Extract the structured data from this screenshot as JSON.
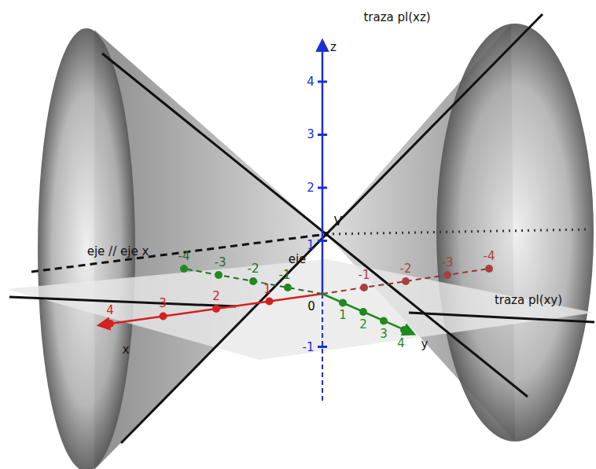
{
  "diagram": {
    "labels": [
      "traza pl(xz)",
      "z",
      "4",
      "3",
      "2",
      "1",
      "-1",
      "V",
      "eje // eje x",
      "eje",
      "4",
      "3",
      "2",
      "1",
      "-1",
      "-2",
      "-3",
      "-4",
      "-4",
      "-3",
      "-2",
      "-1",
      "1",
      "2",
      "3",
      "4",
      "0",
      "traza pl(xy)",
      "x",
      "y"
    ]
  }
}
